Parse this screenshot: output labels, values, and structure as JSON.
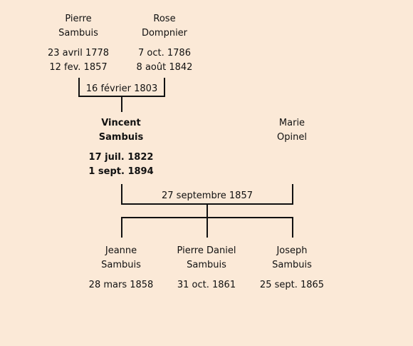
{
  "grandparents": {
    "father": {
      "first": "Pierre",
      "last": "Sambuis",
      "birth": "23 avril 1778",
      "death": "12 fev. 1857"
    },
    "mother": {
      "first": "Rose",
      "last": "Dompnier",
      "birth": "7 oct. 1786",
      "death": "8 août 1842"
    },
    "marriage": "16 février 1803"
  },
  "subject": {
    "first": "Vincent",
    "last": "Sambuis",
    "birth": "17 juil. 1822",
    "death": "1 sept. 1894"
  },
  "spouse": {
    "first": "Marie",
    "last": "Opinel"
  },
  "marriage": "27 septembre 1857",
  "children": [
    {
      "first": "Jeanne",
      "last": "Sambuis",
      "birth": "28 mars 1858"
    },
    {
      "first": "Pierre Daniel",
      "last": "Sambuis",
      "birth": "31 oct. 1861"
    },
    {
      "first": "Joseph",
      "last": "Sambuis",
      "birth": "25 sept. 1865"
    }
  ]
}
